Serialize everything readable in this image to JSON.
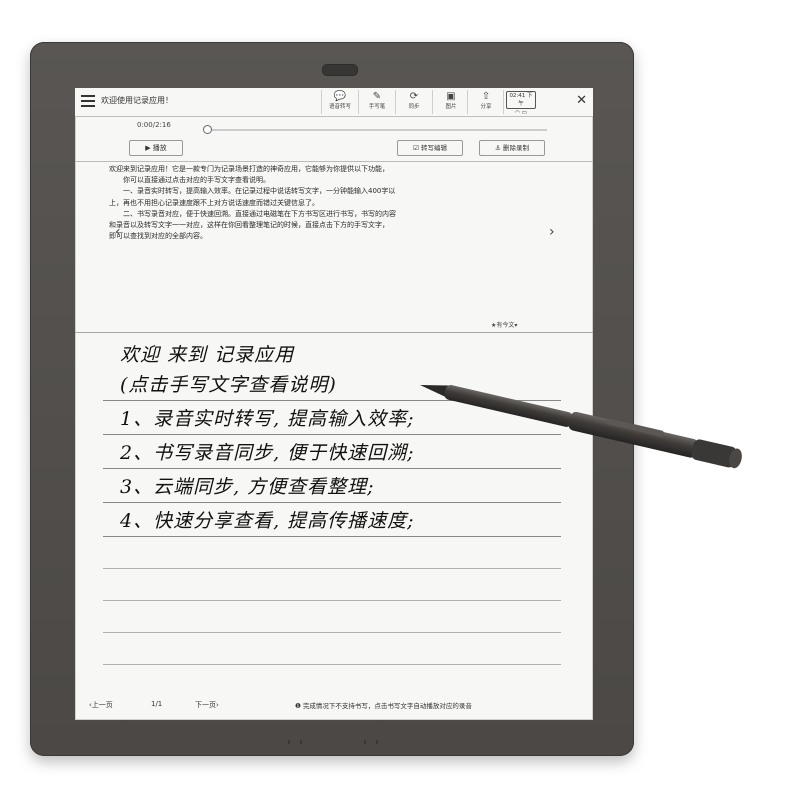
{
  "topbar": {
    "doc_title": "欢迎使用记录应用！",
    "buttons": [
      {
        "icon": "speech-bubble-icon",
        "label": "语音转写"
      },
      {
        "icon": "pen-icon",
        "label": "手写笔"
      },
      {
        "icon": "sync-icon",
        "label": "同步"
      },
      {
        "icon": "image-icon",
        "label": "图片"
      },
      {
        "icon": "share-icon",
        "label": "分享"
      }
    ],
    "time": "02:41 下午",
    "close": "✕"
  },
  "audio": {
    "time": "0:00/2:16",
    "play_label": "▶ 播放",
    "convert_label": "☑ 转写编辑",
    "delete_label": "⚓ 删除录制"
  },
  "transcript": {
    "lines": [
      "欢迎来到记录应用！它是一款专门为记录场景打造的神奇应用，它能够为你提供以下功能，",
      "你可以直接通过点击对应的手写文字查看说明。",
      "一、录音实时转写，提高输入效率。在记录过程中说话转写文字，一分钟能输入400字以",
      "上，再也不用担心记录速度跟不上对方说话速度而错过关键信息了。",
      "二、书写录音对应，便于快速回溯。直接通过电磁笔在下方书写区进行书写，书写的内容",
      "和录音以及转写文字一一对应，这样在你回看整理笔记的时候，直接点击下方的手写文字，",
      "即可以查找到对应的全部内容。"
    ],
    "tag": "★有今文▾"
  },
  "handwriting": [
    "欢迎 来到 记录应用",
    "(点击手写文字查看说明)",
    "1、录音实时转写, 提高输入效率;",
    "2、书写录音同步, 便于快速回溯;",
    "3、云端同步, 方便查看整理;",
    "4、快速分享查看, 提高传播速度;"
  ],
  "bottombar": {
    "prev": "‹上一页",
    "page": "1/1",
    "next": "下一页›",
    "notice": "❶ 完成情况下不支持书写，点击书写文字自动播放对应的录音"
  }
}
